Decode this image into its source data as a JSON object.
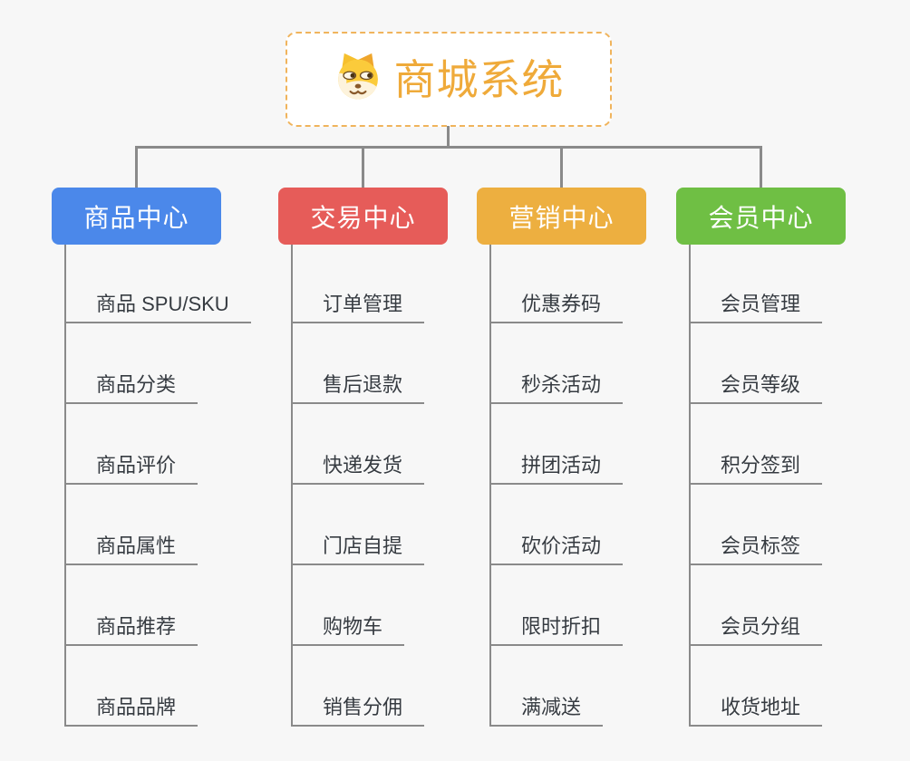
{
  "page": {
    "background_color": "#f7f7f7",
    "connector_color": "#8a8a8a"
  },
  "root": {
    "title": "商城系统",
    "icon": "dog-face-icon",
    "text_color": "#efaa3a",
    "border_color": "#f0b45c",
    "background_color": "#ffffff"
  },
  "branches": [
    {
      "label": "商品中心",
      "color": "#4b88ea",
      "items": [
        "商品 SPU/SKU",
        "商品分类",
        "商品评价",
        "商品属性",
        "商品推荐",
        "商品品牌"
      ]
    },
    {
      "label": "交易中心",
      "color": "#e65c59",
      "items": [
        "订单管理",
        "售后退款",
        "快递发货",
        "门店自提",
        "购物车",
        "销售分佣"
      ]
    },
    {
      "label": "营销中心",
      "color": "#edaf40",
      "items": [
        "优惠券码",
        "秒杀活动",
        "拼团活动",
        "砍价活动",
        "限时折扣",
        "满减送"
      ]
    },
    {
      "label": "会员中心",
      "color": "#6fbf44",
      "items": [
        "会员管理",
        "会员等级",
        "积分签到",
        "会员标签",
        "会员分组",
        "收货地址"
      ]
    }
  ]
}
